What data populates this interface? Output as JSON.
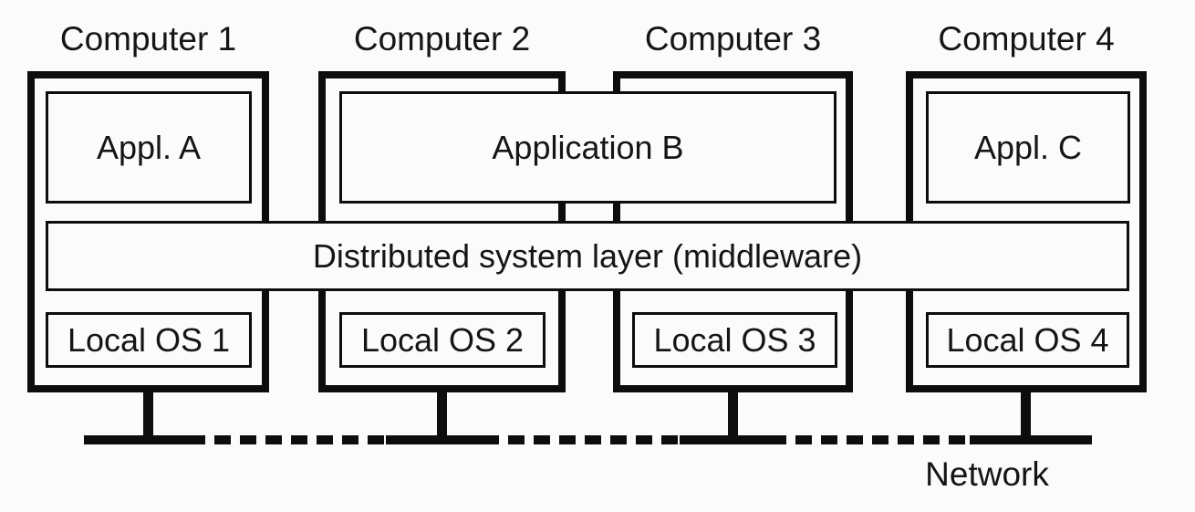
{
  "colors": {
    "line": "#0d0d0d",
    "background": "#fbfbfb",
    "text": "#151515"
  },
  "computers": [
    {
      "label": "Computer 1",
      "os_label": "Local OS 1"
    },
    {
      "label": "Computer 2",
      "os_label": "Local OS 2"
    },
    {
      "label": "Computer 3",
      "os_label": "Local OS 3"
    },
    {
      "label": "Computer 4",
      "os_label": "Local OS 4"
    }
  ],
  "applications": {
    "appl_a": "Appl. A",
    "application_b": "Application B",
    "appl_c": "Appl. C"
  },
  "middleware_label": "Distributed system layer (middleware)",
  "network_label": "Network"
}
